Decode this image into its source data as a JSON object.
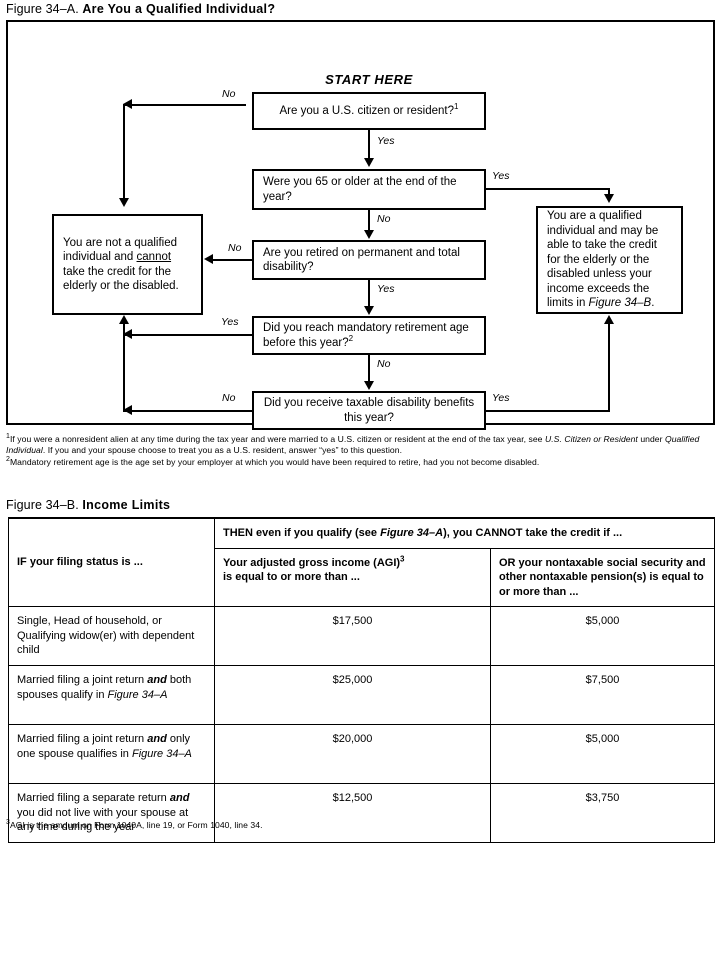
{
  "figure_a": {
    "title_lead": "Figure 34–A.",
    "title_bold": "Are You a Qualified Individual?",
    "start_label": "START HERE",
    "nodes": {
      "citizen": "Are you a U.S. citizen or resident?",
      "citizen_footnote_marker": "1",
      "age65": "Were you 65 or older at the end of the year?",
      "retired": "Are you retired on permanent and total disability?",
      "mandatory": "Did you reach mandatory retirement age before this year?",
      "mandatory_footnote_marker": "2",
      "benefits": "Did you receive taxable disability benefits this year?",
      "not_qualified_a": "You are not a qualified individual and ",
      "not_qualified_emphasis": "cannot",
      "not_qualified_b": " take the credit for the elderly or the disabled.",
      "qualified_a": "You are a qualified individual and may be able to take the credit for the elderly or the disabled unless your income exceeds the limits in ",
      "qualified_ref": "Figure 34–B",
      "qualified_b": "."
    },
    "edges": {
      "citizen_no": "No",
      "citizen_yes": "Yes",
      "age65_yes": "Yes",
      "age65_no": "No",
      "retired_no": "No",
      "retired_yes": "Yes",
      "mandatory_yes": "Yes",
      "mandatory_no": "No",
      "benefits_no": "No",
      "benefits_yes": "Yes"
    },
    "footnotes": {
      "one_marker": "1",
      "one_text_a": "If you were a nonresident alien at any time during the tax year and were married to a U.S. citizen or resident at the end of the tax year, see ",
      "one_ref_a": "U.S. Citizen or Resident",
      "one_text_b": " under ",
      "one_ref_b": "Qualified Individual",
      "one_text_c": ". If you and your spouse choose to treat you as a U.S. resident, answer “yes” to this question.",
      "two_marker": "2",
      "two_text": "Mandatory retirement age is the age set by your employer at which you would have been required to retire, had you not become disabled."
    }
  },
  "figure_b": {
    "title_lead": "Figure 34–B.",
    "title_bold": "Income Limits",
    "headers": {
      "status": "IF your filing status is ...",
      "then_a": "THEN even if you qualify (see ",
      "then_ref": "Figure 34–A",
      "then_b": "), you CANNOT take the credit if ...",
      "agi_a": "Your adjusted gross income (AGI)",
      "agi_marker": "3",
      "agi_b": "is equal to or more than ...",
      "ss": "OR your nontaxable social security and other nontaxable pension(s) is equal to or more than ..."
    },
    "rows": [
      {
        "status_plain": "Single, Head of household, or Qualifying widow(er) with dependent child",
        "status_parts": null,
        "agi": "$17,500",
        "ss": "$5,000"
      },
      {
        "status_parts": [
          "Married filing a joint return ",
          "and",
          " both spouses qualify in ",
          "Figure 34–A"
        ],
        "agi": "$25,000",
        "ss": "$7,500"
      },
      {
        "status_parts": [
          "Married filing a joint return ",
          "and",
          " only one spouse qualifies in ",
          "Figure 34–A"
        ],
        "agi": "$20,000",
        "ss": "$5,000"
      },
      {
        "status_parts": [
          "Married filing a separate return ",
          "and",
          " you did not live with your spouse at any time during the year",
          ""
        ],
        "agi": "$12,500",
        "ss": "$3,750"
      }
    ],
    "footnote": {
      "marker": "3",
      "text": "AGI is the amount on Form 1040A, line 19, or Form 1040, line 34."
    }
  }
}
